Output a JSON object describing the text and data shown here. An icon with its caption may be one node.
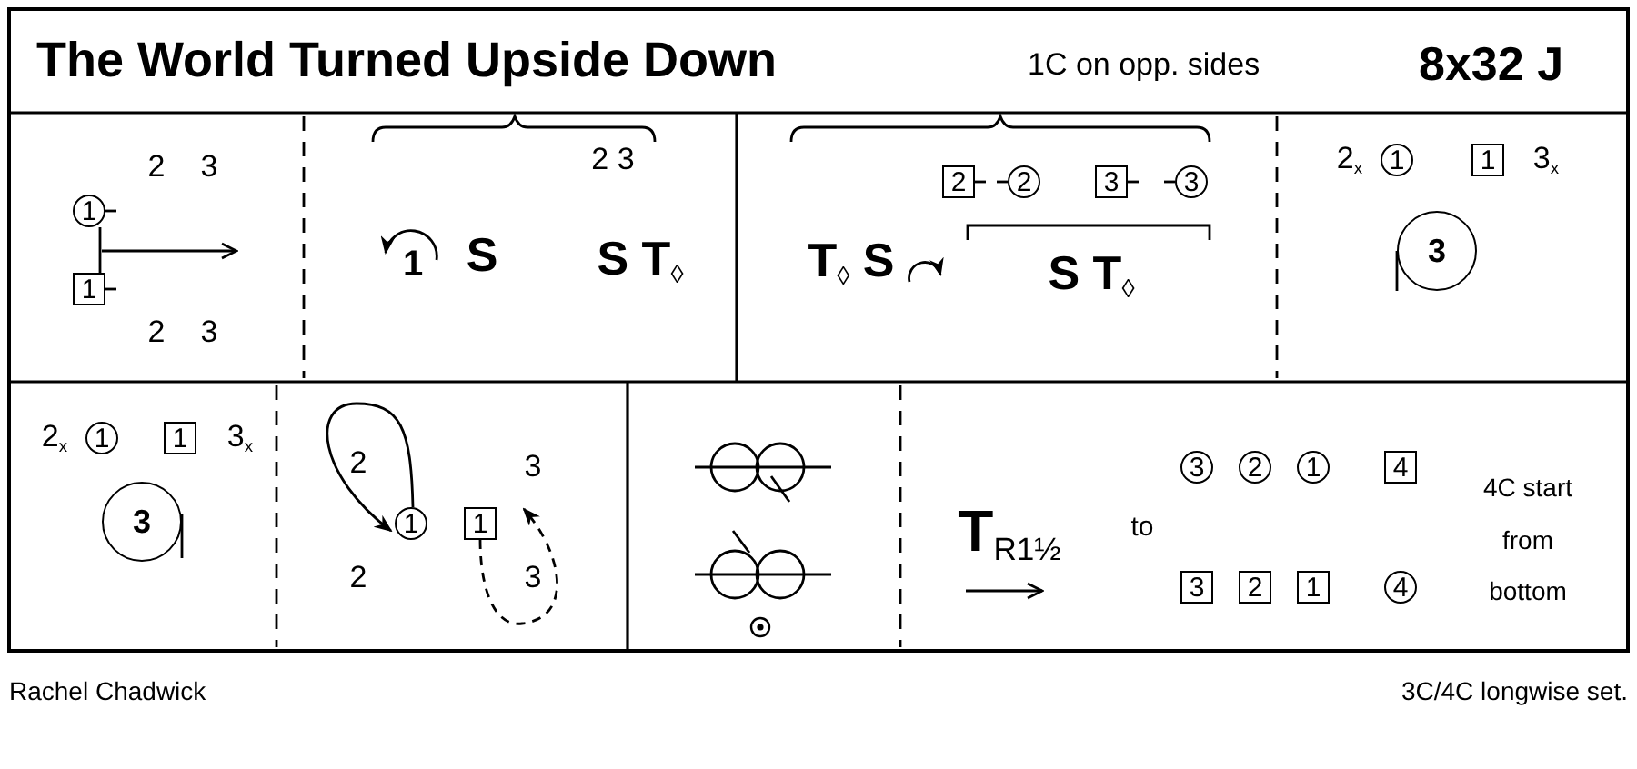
{
  "diagram": {
    "title": "The World Turned Upside Down",
    "nodes": [
      {
        "text": [
          "1"
        ]
      },
      {
        "text": [
          "1"
        ]
      },
      {
        "text": [
          "2"
        ]
      },
      {
        "text": [
          "2"
        ]
      },
      {
        "text": [
          "3"
        ]
      },
      {
        "text": [
          "3"
        ]
      },
      {
        "text": [
          "1"
        ]
      },
      {
        "text": [
          "1"
        ]
      },
      {
        "text": [
          "3"
        ]
      },
      {
        "text": [
          "1"
        ]
      },
      {
        "text": [
          "1"
        ]
      },
      {
        "text": [
          "3"
        ]
      },
      {
        "text": [
          "1"
        ]
      },
      {
        "text": [
          "1"
        ]
      },
      {
        "text": [
          "3"
        ]
      },
      {
        "text": [
          "2"
        ]
      },
      {
        "text": [
          "1"
        ]
      },
      {
        "text": [
          "4"
        ]
      },
      {
        "text": [
          "3"
        ]
      },
      {
        "text": [
          "2"
        ]
      },
      {
        "text": [
          "1"
        ]
      },
      {
        "text": [
          "4"
        ]
      }
    ],
    "edges": [
      {
        "from": 0,
        "to": 1,
        "arrow": "none"
      },
      {
        "from": 12,
        "to": 12,
        "arrow": "to"
      },
      {
        "from": 13,
        "to": 13,
        "arrow": "to",
        "style": "dashed"
      }
    ],
    "labels": [
      "1C on opp. sides",
      "8x32 J",
      "2",
      "3",
      "2",
      "3",
      "2 3",
      "1",
      "S",
      "S T$_{◊}$",
      "T$_{◊}$ S",
      "S T$_{◊}$",
      "2$_{x}$",
      "3$_{x}$",
      "2$_{x}$",
      "3$_{x}$",
      "2",
      "3",
      "2",
      "3",
      "T$_{R1½}$",
      "to",
      "4C start from bottom",
      "Rachel Chadwick",
      "3C/4C longwise set."
    ]
  }
}
